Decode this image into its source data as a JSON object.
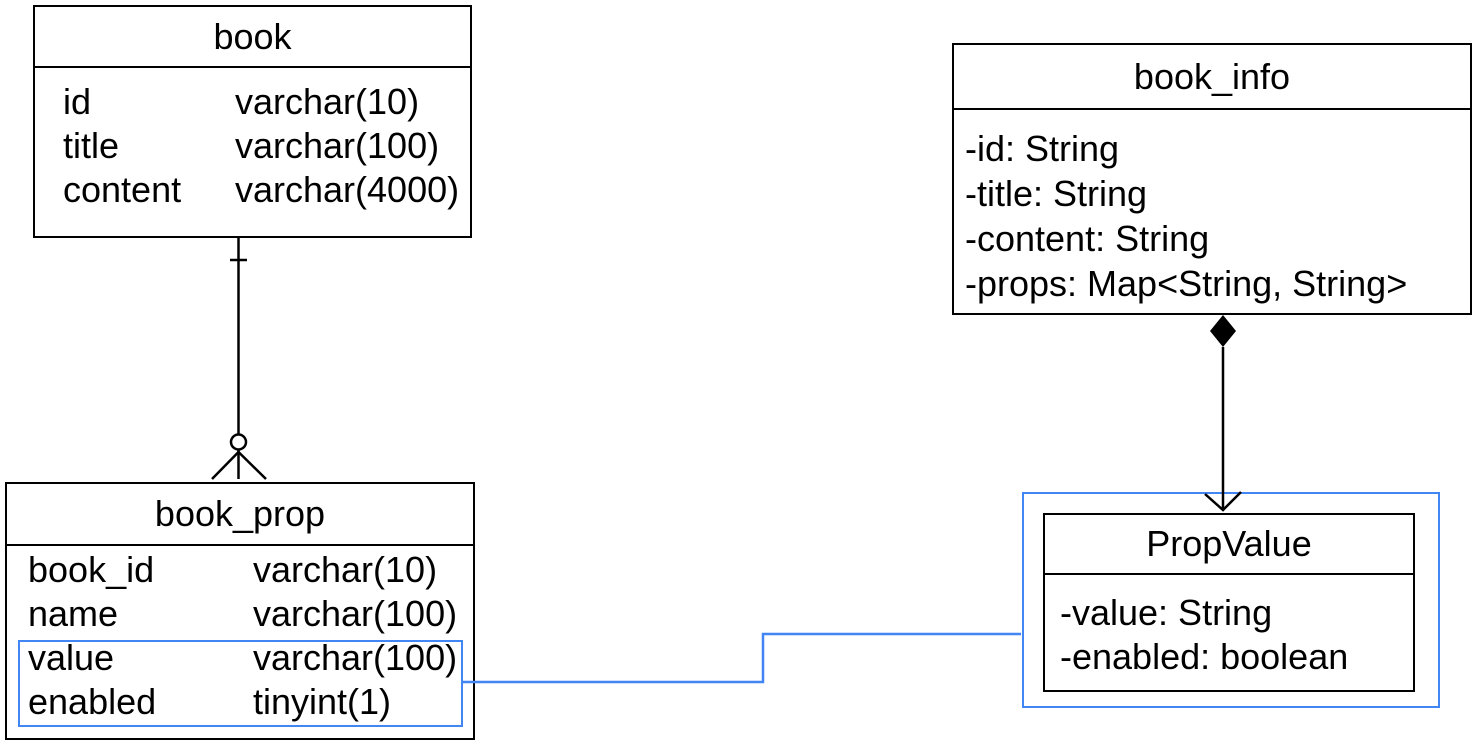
{
  "colors": {
    "line": "#000000",
    "highlight_blue": "#4285f4",
    "background": "#ffffff"
  },
  "er_tables": [
    {
      "name": "book",
      "columns": [
        {
          "name": "id",
          "type": "varchar(10)"
        },
        {
          "name": "title",
          "type": "varchar(100)"
        },
        {
          "name": "content",
          "type": "varchar(4000)"
        }
      ]
    },
    {
      "name": "book_prop",
      "columns": [
        {
          "name": "book_id",
          "type": "varchar(10)"
        },
        {
          "name": "name",
          "type": "varchar(100)"
        },
        {
          "name": "value",
          "type": "varchar(100)"
        },
        {
          "name": "enabled",
          "type": "tinyint(1)"
        }
      ]
    }
  ],
  "uml_classes": [
    {
      "name": "book_info",
      "attributes": [
        "-id: String",
        "-title: String",
        "-content: String",
        "-props: Map<String, String>"
      ]
    },
    {
      "name": "PropValue",
      "attributes": [
        "-value: String",
        "-enabled: boolean"
      ]
    }
  ],
  "connectors": [
    {
      "name": "book-to-book_prop",
      "kind": "er-one-to-zero-or-many"
    },
    {
      "name": "book_info-to-PropValue",
      "kind": "uml-composition"
    },
    {
      "name": "highlighted-rows-to-PropValue",
      "kind": "blue-highlight-link"
    }
  ]
}
